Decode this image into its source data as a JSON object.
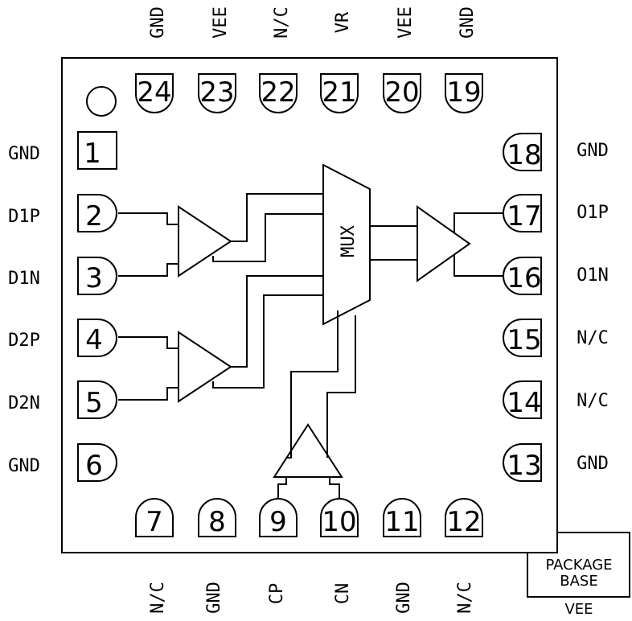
{
  "left_pins": [
    {
      "num": "1",
      "label": "GND"
    },
    {
      "num": "2",
      "label": "D1P"
    },
    {
      "num": "3",
      "label": "D1N"
    },
    {
      "num": "4",
      "label": "D2P"
    },
    {
      "num": "5",
      "label": "D2N"
    },
    {
      "num": "6",
      "label": "GND"
    }
  ],
  "bottom_pins": [
    {
      "num": "7",
      "label": "N/C"
    },
    {
      "num": "8",
      "label": "GND"
    },
    {
      "num": "9",
      "label": "CP"
    },
    {
      "num": "10",
      "label": "CN"
    },
    {
      "num": "11",
      "label": "GND"
    },
    {
      "num": "12",
      "label": "N/C"
    }
  ],
  "right_pins": [
    {
      "num": "13",
      "label": "GND"
    },
    {
      "num": "14",
      "label": "N/C"
    },
    {
      "num": "15",
      "label": "N/C"
    },
    {
      "num": "16",
      "label": "O1N"
    },
    {
      "num": "17",
      "label": "O1P"
    },
    {
      "num": "18",
      "label": "GND"
    }
  ],
  "top_pins": [
    {
      "num": "19",
      "label": "GND"
    },
    {
      "num": "20",
      "label": "VEE"
    },
    {
      "num": "21",
      "label": "VR"
    },
    {
      "num": "22",
      "label": "N/C"
    },
    {
      "num": "23",
      "label": "VEE"
    },
    {
      "num": "24",
      "label": "GND"
    }
  ],
  "mux_label": "MUX",
  "package_base": {
    "line1": "PACKAGE",
    "line2": "BASE",
    "supply": "VEE"
  }
}
